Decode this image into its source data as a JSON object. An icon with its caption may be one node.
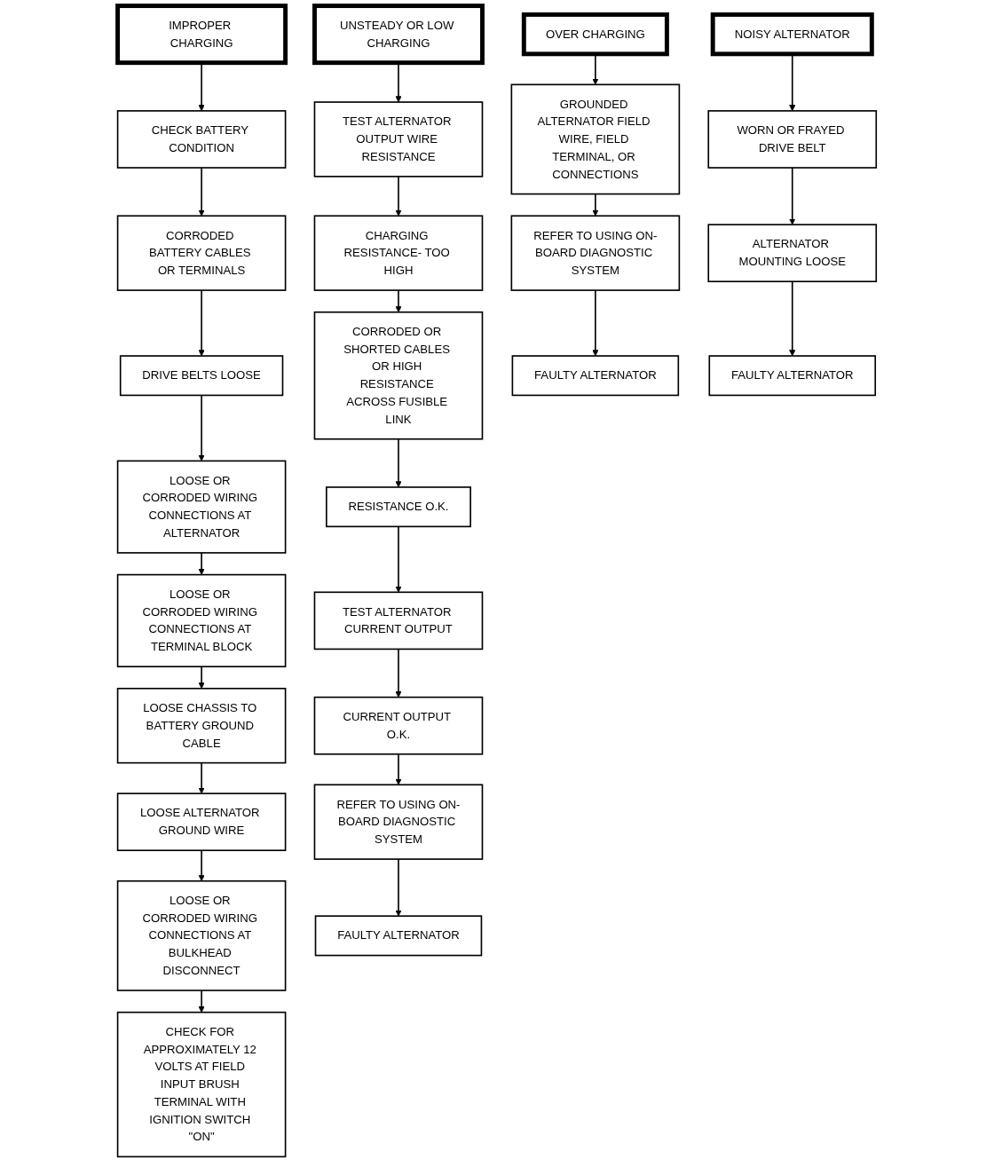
{
  "diagram": {
    "nodes": [
      {
        "text": [
          "IMPROPER CHARGING"
        ]
      },
      {
        "text": [
          "CHECK BATTERY CONDITION"
        ]
      },
      {
        "text": [
          "CORRODED BATTERY CABLES OR TERMINALS"
        ]
      },
      {
        "text": [
          "DRIVE BELTS LOOSE"
        ]
      },
      {
        "text": [
          "LOOSE OR CORRODED WIRING CONNECTIONS AT ALTERNATOR"
        ]
      },
      {
        "text": [
          "LOOSE OR CORRODED WIRING CONNECTIONS AT TERMINAL BLOCK"
        ]
      },
      {
        "text": [
          "LOOSE CHASSIS TO BATTERY GROUND CABLE"
        ]
      },
      {
        "text": [
          "LOOSE ALTERNATOR GROUND WIRE"
        ]
      },
      {
        "text": [
          "LOOSE OR CORRODED WIRING CONNECTIONS AT BULKHEAD DISCONNECT"
        ]
      },
      {
        "text": [
          "CHECK FOR APPROXIMATELY 12 VOLTS AT FIELD INPUT BRUSH TERMINAL WITH IGNITION SWITCH \"ON\""
        ]
      },
      {
        "text": [
          "UNSTEADY OR LOW CHARGING"
        ]
      },
      {
        "text": [
          "TEST ALTERNATOR OUTPUT WIRE RESISTANCE"
        ]
      },
      {
        "text": [
          "CHARGING RESISTANCE- TOO HIGH"
        ]
      },
      {
        "text": [
          "CORRODED OR SHORTED CABLES OR HIGH RESISTANCE ACROSS FUSIBLE LINK"
        ]
      },
      {
        "text": [
          "RESISTANCE O.K."
        ]
      },
      {
        "text": [
          "TEST ALTERNATOR CURRENT OUTPUT"
        ]
      },
      {
        "text": [
          "CURRENT OUTPUT O.K."
        ]
      },
      {
        "text": [
          "REFER TO USING ON-BOARD DIAGNOSTIC SYSTEM"
        ]
      },
      {
        "text": [
          "FAULTY ALTERNATOR"
        ]
      },
      {
        "text": [
          "OVER CHARGING"
        ]
      },
      {
        "text": [
          "GROUNDED ALTERNATOR FIELD WIRE, FIELD TERMINAL, OR CONNECTIONS"
        ]
      },
      {
        "text": [
          "REFER TO USING ON-BOARD DIAGNOSTIC SYSTEM"
        ]
      },
      {
        "text": [
          "FAULTY ALTERNATOR"
        ]
      },
      {
        "text": [
          "NOISY ALTERNATOR"
        ]
      },
      {
        "text": [
          "WORN OR FRAYED DRIVE BELT"
        ]
      },
      {
        "text": [
          "ALTERNATOR MOUNTING LOOSE"
        ]
      },
      {
        "text": [
          "FAULTY ALTERNATOR"
        ]
      }
    ],
    "edges": [
      {
        "from": 0,
        "to": 1,
        "arrow": "to"
      },
      {
        "from": 1,
        "to": 2,
        "arrow": "to"
      },
      {
        "from": 2,
        "to": 3,
        "arrow": "to"
      },
      {
        "from": 3,
        "to": 4,
        "arrow": "to"
      },
      {
        "from": 4,
        "to": 5,
        "arrow": "to"
      },
      {
        "from": 5,
        "to": 6,
        "arrow": "to"
      },
      {
        "from": 6,
        "to": 7,
        "arrow": "to"
      },
      {
        "from": 7,
        "to": 8,
        "arrow": "to"
      },
      {
        "from": 8,
        "to": 9,
        "arrow": "to"
      },
      {
        "from": 10,
        "to": 11,
        "arrow": "to"
      },
      {
        "from": 11,
        "to": 12,
        "arrow": "to"
      },
      {
        "from": 12,
        "to": 13,
        "arrow": "to"
      },
      {
        "from": 13,
        "to": 14,
        "arrow": "to"
      },
      {
        "from": 14,
        "to": 15,
        "arrow": "to"
      },
      {
        "from": 15,
        "to": 16,
        "arrow": "to"
      },
      {
        "from": 16,
        "to": 17,
        "arrow": "to"
      },
      {
        "from": 17,
        "to": 18,
        "arrow": "to"
      },
      {
        "from": 19,
        "to": 20,
        "arrow": "to"
      },
      {
        "from": 20,
        "to": 21,
        "arrow": "to"
      },
      {
        "from": 21,
        "to": 22,
        "arrow": "to"
      },
      {
        "from": 23,
        "to": 24,
        "arrow": "to"
      },
      {
        "from": 24,
        "to": 25,
        "arrow": "to"
      },
      {
        "from": 25,
        "to": 26,
        "arrow": "to"
      }
    ]
  }
}
